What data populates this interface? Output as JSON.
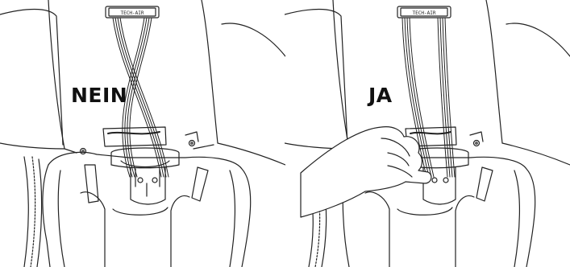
{
  "labels": {
    "wrong": "NEIN",
    "right": "JA"
  },
  "connector_brand_text": "TECH-AIR",
  "panels": [
    {
      "id": "left",
      "state": "wrong",
      "cables": "crossed"
    },
    {
      "id": "right",
      "state": "right",
      "cables": "parallel",
      "hand": true
    }
  ],
  "colors": {
    "line": "#222222",
    "fill": "#ffffff"
  }
}
